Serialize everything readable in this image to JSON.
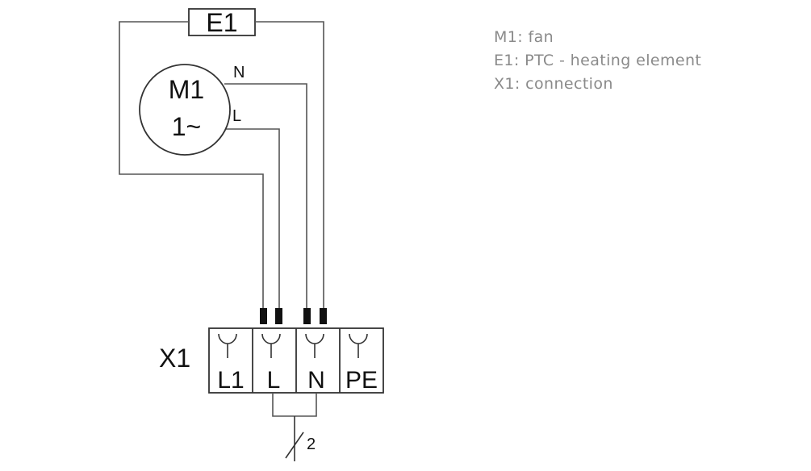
{
  "diagram": {
    "heating_element_label": "E1",
    "motor_name": "M1",
    "motor_phase": "1~",
    "motor_terminal_n": "N",
    "motor_terminal_l": "L",
    "connection_label": "X1",
    "terminals": [
      "L1",
      "L",
      "N",
      "PE"
    ],
    "cable_conductors": "2"
  },
  "legend": [
    "M1: fan",
    "E1: PTC - heating element",
    "X1: connection"
  ]
}
